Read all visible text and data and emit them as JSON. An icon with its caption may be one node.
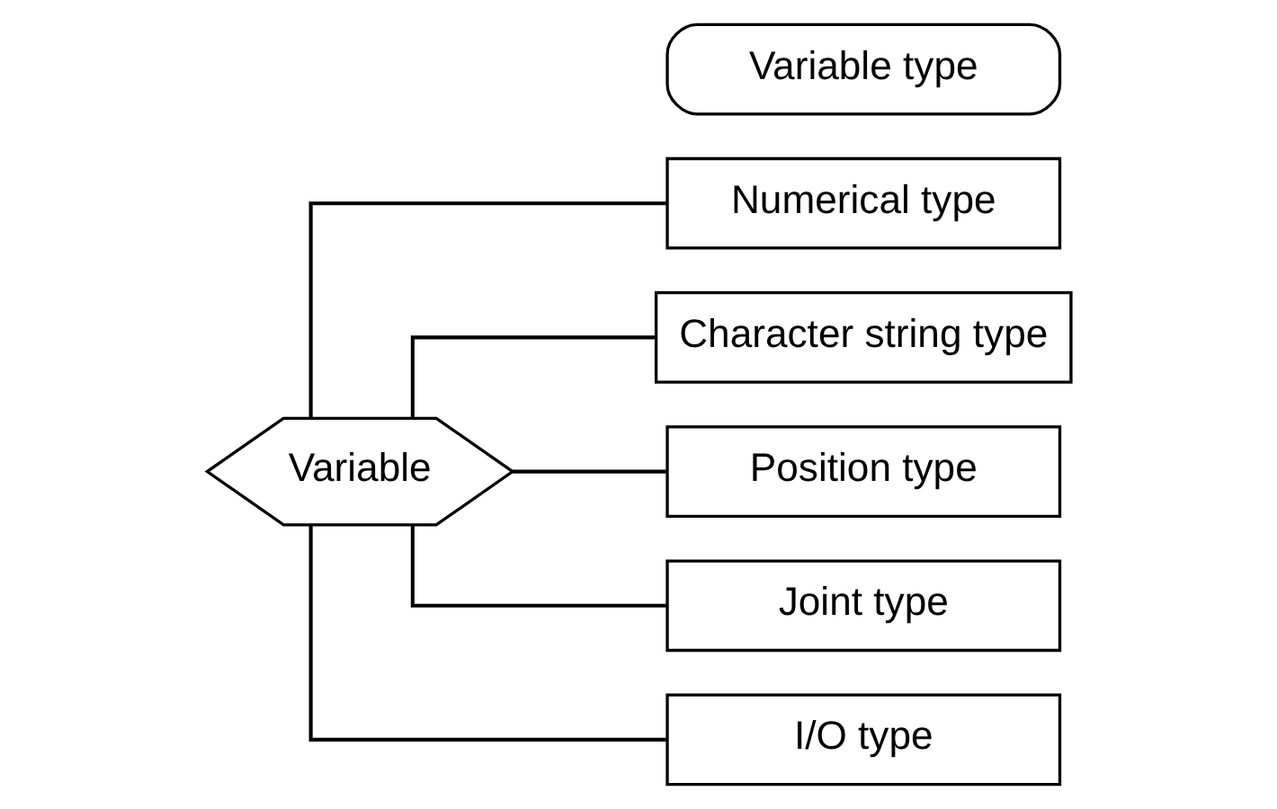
{
  "diagram": {
    "nodes": [
      {
        "text": [
          "Variable"
        ]
      },
      {
        "text": [
          "Numerical type"
        ]
      },
      {
        "text": [
          "Character string type"
        ]
      },
      {
        "text": [
          "Position type"
        ]
      },
      {
        "text": [
          "Joint type"
        ]
      },
      {
        "text": [
          "I/O type"
        ]
      },
      {
        "text": [
          "Variable type"
        ]
      }
    ],
    "edges": [
      {
        "from": 0,
        "to": 1,
        "arrow": "none"
      },
      {
        "from": 0,
        "to": 2,
        "arrow": "none"
      },
      {
        "from": 0,
        "to": 3,
        "arrow": "none"
      },
      {
        "from": 0,
        "to": 4,
        "arrow": "none"
      },
      {
        "from": 0,
        "to": 5,
        "arrow": "none"
      }
    ]
  }
}
